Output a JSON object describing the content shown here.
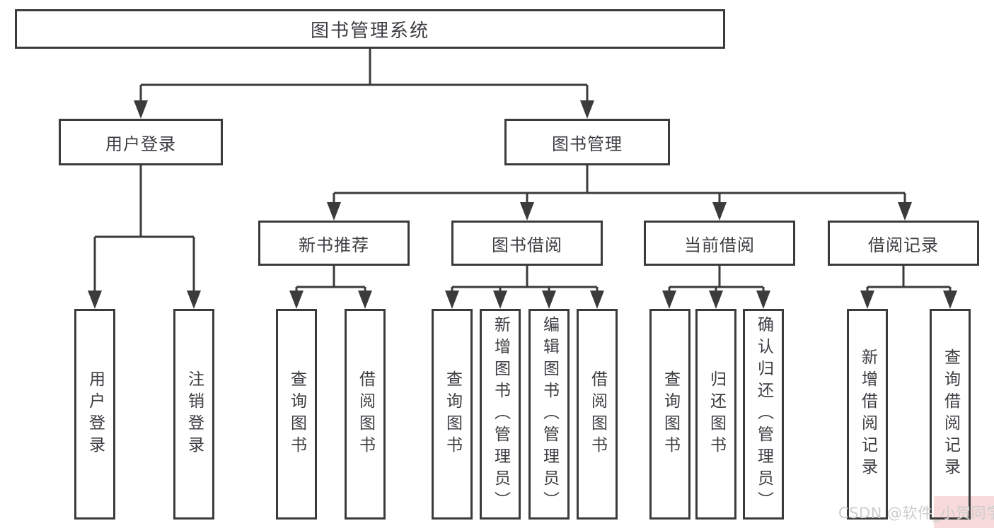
{
  "nodes": {
    "root": "图书管理系统",
    "level2": [
      "用户登录",
      "图书管理"
    ],
    "level3": [
      "新书推荐",
      "图书借阅",
      "当前借阅",
      "借阅记录"
    ],
    "leaves": [
      "用户登录",
      "注销登录",
      "查询图书",
      "借阅图书",
      "查询图书",
      "新增图书（管理员）",
      "编辑图书（管理员）",
      "借阅图书",
      "查询图书",
      "归还图书",
      "确认归还（管理员）",
      "新增借阅记录",
      "查询借阅记录"
    ]
  },
  "hierarchy": {
    "图书管理系统": [
      "用户登录",
      "图书管理"
    ],
    "用户登录": [
      "用户登录",
      "注销登录"
    ],
    "图书管理": [
      "新书推荐",
      "图书借阅",
      "当前借阅",
      "借阅记录"
    ],
    "新书推荐": [
      "查询图书",
      "借阅图书"
    ],
    "图书借阅": [
      "查询图书",
      "新增图书（管理员）",
      "编辑图书（管理员）",
      "借阅图书"
    ],
    "当前借阅": [
      "查询图书",
      "归还图书",
      "确认归还（管理员）"
    ],
    "借阅记录": [
      "新增借阅记录",
      "查询借阅记录"
    ]
  },
  "watermark": {
    "text": "CSDN @软件_小贺同学",
    "background": "#f8dada",
    "text_color": "#cdcdcd"
  },
  "colors": {
    "line": "#3b3b3b",
    "text": "#3d3d42",
    "background": "#ffffff"
  }
}
